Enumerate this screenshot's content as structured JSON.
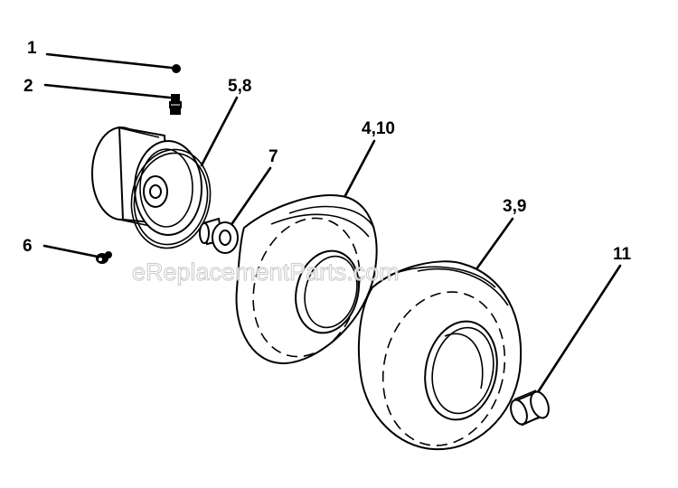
{
  "diagram": {
    "watermark": "eReplacementParts.com",
    "callouts": {
      "c1": "1",
      "c2": "2",
      "c58": "5,8",
      "c7": "7",
      "c410": "4,10",
      "c39": "3,9",
      "c6": "6",
      "c11": "11"
    }
  }
}
